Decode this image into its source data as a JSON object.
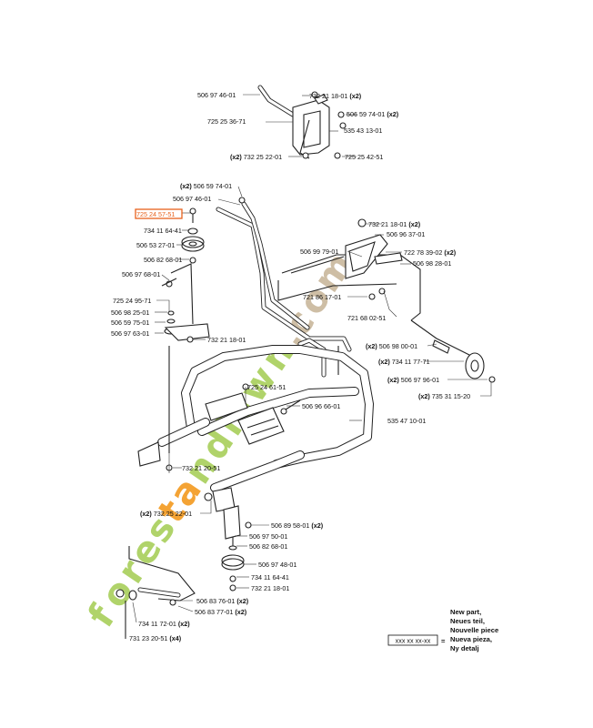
{
  "watermark": {
    "text": "forestandlawn.com",
    "colors": {
      "green": "#a8cf5a",
      "orange": "#f39a1f",
      "tan": "#c9b79c"
    }
  },
  "highlight_color": "#e8621c",
  "parts": [
    {
      "id": "p1",
      "qty": "",
      "num": "506 97 46-01"
    },
    {
      "id": "p2",
      "qty": "",
      "num": "732 21 18-01",
      "qty_after": "(x2)"
    },
    {
      "id": "p3",
      "qty": "",
      "num": "506 59 74-01",
      "qty_after": "(x2)"
    },
    {
      "id": "p4",
      "qty": "",
      "num": "725 25 36-71"
    },
    {
      "id": "p5",
      "qty": "",
      "num": "535 43 13-01"
    },
    {
      "id": "p6",
      "qty": "(x2)",
      "num": "732 25 22-01"
    },
    {
      "id": "p7",
      "qty": "",
      "num": "725 25 42-51"
    },
    {
      "id": "p8",
      "qty": "(x2)",
      "num": "506 59 74-01"
    },
    {
      "id": "p9",
      "qty": "",
      "num": "506 97 46-01"
    },
    {
      "id": "p10",
      "qty": "",
      "num": "725 24 57-51",
      "highlighted": true
    },
    {
      "id": "p11",
      "qty": "",
      "num": "734 11 64-41"
    },
    {
      "id": "p12",
      "qty": "",
      "num": "506 53 27-01"
    },
    {
      "id": "p13",
      "qty": "",
      "num": "506 82 68-01"
    },
    {
      "id": "p14",
      "qty": "",
      "num": "506 97 68-01"
    },
    {
      "id": "p15",
      "qty": "",
      "num": "725 24 95-71"
    },
    {
      "id": "p16",
      "qty": "",
      "num": "506 98 25-01"
    },
    {
      "id": "p17",
      "qty": "",
      "num": "506 59 75-01"
    },
    {
      "id": "p18",
      "qty": "",
      "num": "506 97 63-01"
    },
    {
      "id": "p19",
      "qty": "",
      "num": "732 21 18-01"
    },
    {
      "id": "p20",
      "qty": "",
      "num": "732 21 18-01",
      "qty_after": "(x2)"
    },
    {
      "id": "p21",
      "qty": "",
      "num": "506 96 37-01"
    },
    {
      "id": "p22",
      "qty": "",
      "num": "506 99 79-01"
    },
    {
      "id": "p23",
      "qty": "",
      "num": "722 78 39-02",
      "qty_after": "(x2)"
    },
    {
      "id": "p24",
      "qty": "",
      "num": "506 98 28-01"
    },
    {
      "id": "p25",
      "qty": "",
      "num": "721 86 17-01"
    },
    {
      "id": "p26",
      "qty": "",
      "num": "721 68 02-51"
    },
    {
      "id": "p27",
      "qty": "(x2)",
      "num": "506 98 00-01"
    },
    {
      "id": "p28",
      "qty": "(x2)",
      "num": "734 11 77-71"
    },
    {
      "id": "p29",
      "qty": "(x2)",
      "num": "506 97 96-01"
    },
    {
      "id": "p30",
      "qty": "(x2)",
      "num": "735 31 15-20"
    },
    {
      "id": "p31",
      "qty": "",
      "num": "725 24 61-51"
    },
    {
      "id": "p32",
      "qty": "",
      "num": "506 96 66-01"
    },
    {
      "id": "p33",
      "qty": "",
      "num": "535 47 10-01"
    },
    {
      "id": "p34",
      "qty": "",
      "num": "732 21 20-51"
    },
    {
      "id": "p35",
      "qty": "(x2)",
      "num": "732 25 22-01"
    },
    {
      "id": "p36",
      "qty": "",
      "num": "506 89 58-01",
      "qty_after": "(x2)"
    },
    {
      "id": "p37",
      "qty": "",
      "num": "506 97 50-01"
    },
    {
      "id": "p38",
      "qty": "",
      "num": "506 82 68-01"
    },
    {
      "id": "p39",
      "qty": "",
      "num": "506 97 48-01"
    },
    {
      "id": "p40",
      "qty": "",
      "num": "734 11 64-41"
    },
    {
      "id": "p41",
      "qty": "",
      "num": "732 21 18-01"
    },
    {
      "id": "p42",
      "qty": "",
      "num": "506 83 76-01",
      "qty_after": "(x2)"
    },
    {
      "id": "p43",
      "qty": "",
      "num": "506 83 77-01",
      "qty_after": "(x2)"
    },
    {
      "id": "p44",
      "qty": "",
      "num": "734 11 72-01",
      "qty_after": "(x2)"
    },
    {
      "id": "p45",
      "qty": "",
      "num": "731 23 20-51",
      "qty_after": "(x4)"
    }
  ],
  "legend": {
    "box_text": "xxx xx xx-xx",
    "equals": "=",
    "lines": [
      "New part,",
      "Neues teil,",
      "Nouvelle piece",
      "Nueva pieza,",
      "Ny detalj"
    ]
  }
}
